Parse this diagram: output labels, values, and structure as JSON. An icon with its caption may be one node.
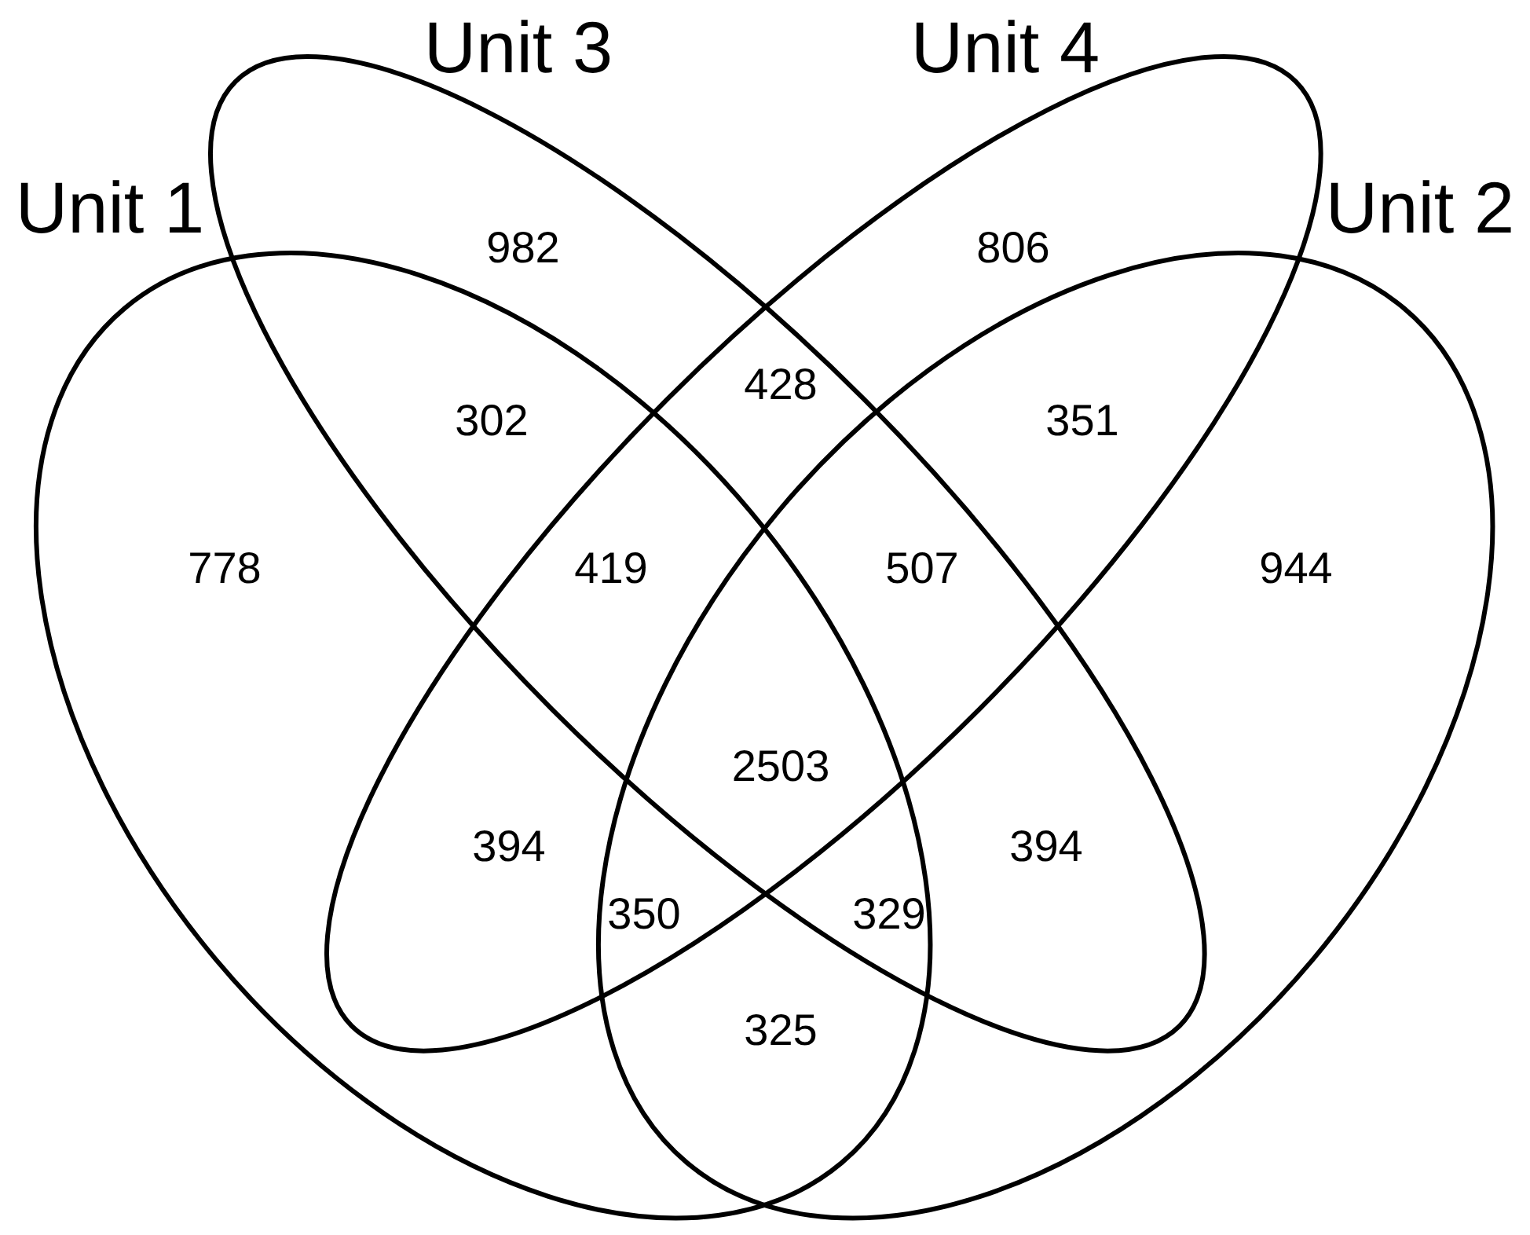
{
  "diagram": {
    "nodes": [
      {
        "text": [
          "Unit 1"
        ]
      },
      {
        "text": [
          "Unit 3"
        ]
      },
      {
        "text": [
          "Unit 4"
        ]
      },
      {
        "text": [
          "Unit 2"
        ]
      }
    ],
    "labels": [
      "982",
      "806",
      "302",
      "428",
      "351",
      "778",
      "419",
      "507",
      "944",
      "2503",
      "394",
      "394",
      "350",
      "329",
      "325"
    ]
  }
}
